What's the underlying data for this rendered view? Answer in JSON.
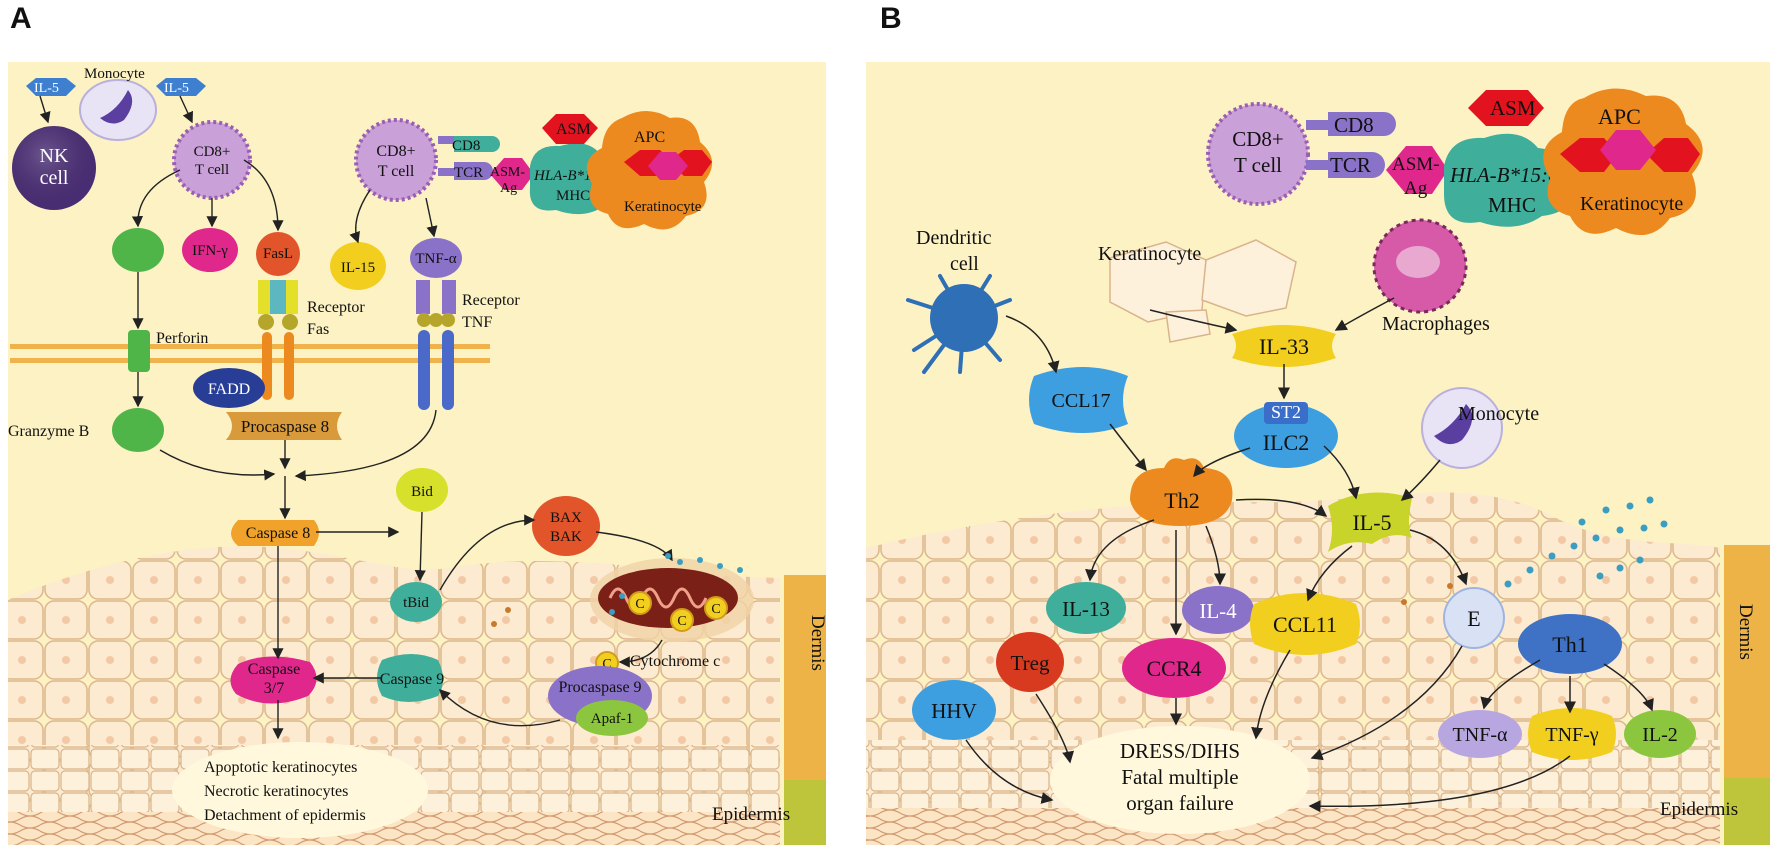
{
  "panels": {
    "a": {
      "letter": "A",
      "il5_left": "IL-5",
      "monocyte": "Monocyte",
      "il5_right": "IL-5",
      "nk_l1": "NK",
      "nk_l2": "cell",
      "cd8_l1": "CD8+",
      "cd8_l2": "T cell",
      "cd8b_l1": "CD8+",
      "cd8b_l2": "T cell",
      "cd8_tag": "CD8",
      "tcr": "TCR",
      "asm_ag_l1": "ASM-",
      "asm_ag_l2": "Ag",
      "hla": "HLA-B*15:02",
      "mhc": "MHC",
      "asm": "ASM",
      "apc": "APC",
      "keratinocyte": "Keratinocyte",
      "ifn": "IFN-γ",
      "fasl": "FasL",
      "il15": "IL-15",
      "tnfa": "TNF-α",
      "receptor_fas_l1": "Receptor",
      "receptor_fas_l2": "Fas",
      "receptor_tnf_l1": "Receptor",
      "receptor_tnf_l2": "TNF",
      "perforin": "Perforin",
      "fadd": "FADD",
      "granzyme": "Granzyme  B",
      "procaspase8": "Procaspase 8",
      "bid": "Bid",
      "bax": "BAX",
      "bak": "BAK",
      "caspase8": "Caspase 8",
      "tbid": "tBid",
      "c": "C",
      "cytochrome": "Cytochrome  c",
      "caspase37_l1": "Caspase",
      "caspase37_l2": "3/7",
      "caspase9": "Caspase 9",
      "procaspase9": "Procaspase 9",
      "apaf": "Apaf-1",
      "outcome_l1": "Apoptotic keratinocytes",
      "outcome_l2": "Necrotic keratinocytes",
      "outcome_l3": "Detachment of epidermis",
      "dermis": "Dermis",
      "epidermis": "Epidermis"
    },
    "b": {
      "letter": "B",
      "cd8_l1": "CD8+",
      "cd8_l2": "T cell",
      "cd8_tag": "CD8",
      "tcr": "TCR",
      "asm_ag_l1": "ASM-",
      "asm_ag_l2": "Ag",
      "hla": "HLA-B*15:02",
      "mhc": "MHC",
      "asm": "ASM",
      "apc": "APC",
      "keratinocyte_apc": "Keratinocyte",
      "dendritic_l1": "Dendritic",
      "dendritic_l2": "cell",
      "keratinocyte": "Keratinocyte",
      "macrophages": "Macrophages",
      "il33": "IL-33",
      "st2": "ST2",
      "ilc2": "ILC2",
      "ccl17": "CCL17",
      "monocyte": "Monocyte",
      "th2": "Th2",
      "il5": "IL-5",
      "il13": "IL-13",
      "il4": "IL-4",
      "ccl11": "CCL11",
      "e": "E",
      "th1": "Th1",
      "treg": "Treg",
      "ccr4": "CCR4",
      "hhv": "HHV",
      "tnfa": "TNF-α",
      "tnfg": "TNF-γ",
      "il2": "IL-2",
      "outcome_l1": "DRESS/DIHS",
      "outcome_l2": "Fatal multiple",
      "outcome_l3": "organ failure",
      "dermis": "Dermis",
      "epidermis": "Epidermis"
    }
  },
  "colors": {
    "background": "#fcf2c4",
    "dermis_bar": "#edb347",
    "epidermis_bar": "#bfc53a",
    "green": "#4fb548",
    "magenta": "#e0278c",
    "teal": "#3fae9a",
    "blue": "#3d9ee0",
    "orange": "#ec8a1f",
    "yellow": "#f2cf1f",
    "purple": "#8a72c9",
    "red_orange": "#e2542a"
  }
}
